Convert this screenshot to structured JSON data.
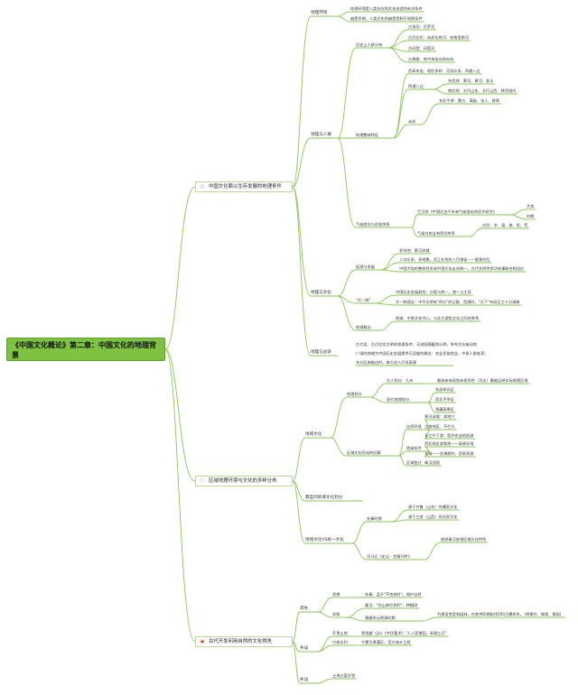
{
  "root": {
    "label": "《中国文化概论》第二章：中国文化的地理背景"
  },
  "colors": {
    "root_fill": "#7ec242",
    "line": "#8cc65a",
    "branch_border": "#bcd7a0",
    "star_blue": "#3c78d8",
    "heart_red": "#e0433c",
    "star_red": "#d93025"
  },
  "branches": [
    {
      "label": "中国文化赖以生存发展的地理条件",
      "icon": "star-outline-icon"
    },
    {
      "label": "区域地理环境与文化的多样分布",
      "icon": "heart-outline-icon"
    },
    {
      "label": "古代开发利用自然的文化得失",
      "icon": "star-filled-icon"
    }
  ],
  "nodes": {
    "b1": {
      "geo_env": "地理环境",
      "geo_env_1": "地理环境是人类存在和文化创造的先决条件",
      "geo_env_2": "越是早期，人类文化则越是受制于地理条件",
      "geo_people": "地理与人群",
      "hist_zones": "历史上人群分布",
      "hz_1": "古埃及：尼罗河",
      "hz_2": "古巴比伦：幼发拉底河、底格里斯河",
      "hz_3": "古印度：印度河",
      "hz_4": "古希腊：地中海半岛和岛屿",
      "geo_features": "地理整体特征",
      "gf_1": "西高东低，地形多样：河流众多，四通八达",
      "gf_2": "四通八达",
      "gf_2a": "东西线：黄河、黄河、淮水",
      "gf_2b": "南北线：太行山东、太行山西、陕西境内",
      "gf_3": "半封",
      "gf_3a": "东北平原：蒙古、满族、金人、鲜卑",
      "climate": "气候变化与民族关系",
      "cl_1": "竺可桢《中国近五千年来气候变化的初步研究》",
      "cl_1a": "大势",
      "cl_1b": "时期",
      "cl_2": "气候与农业有密切关系",
      "cl_2a": "灾民：辛、凛、旅、阳、荒",
      "geo_culture": "地理与文化",
      "origin": "起源与发展",
      "or_1": "发祥地：黄河流域",
      "or_2": "人口众多，多地聚，武王在伐纣八百诸侯——据我杂乱",
      "or_3": "中国大陆的整体性形成中国文化走向统一，古代文明传承功效事联合相适应",
      "unity": "\"大一统\"",
      "un_1": "中国历史发展趋势：分裂与统一，统一占主导",
      "un_2": "大一统观念：中华文明有\"四方\"的记载，西周时，\"天下\"布局至三十分清晰",
      "geo_concept": "地理概念",
      "gc_1": "地缘：中原文化中心，与北方游牧文化之间的关系",
      "geo_war": "地理与战争",
      "gw_1": "古代吴、古巴比伦文明的地理条件；河流国围截然分界，争夺生存被动地",
      "gw_2": "广阔的地域为中国历史发展提供可回旋的舞台：农业民族牧业，中原人群老家；",
      "gw_3": "东方区南临边时，南方进入开发高潮"
    },
    "b2": {
      "geo_cul": "地域文化",
      "geo_div": "地理划分",
      "gd_1": "古人划分：九州",
      "gd_1a": "最具体体现各体差异性（司志）最能反映实际地理区域",
      "gd_2": "现代地理划分",
      "gd_2a": "东部季风区",
      "gd_2b": "西北干旱区",
      "gd_2c": "青藏高寒区",
      "factors": "区域文化形成的因素",
      "nat": "自然环境",
      "nat_1": "黄河流域：本地穴",
      "nat_2": "江南地区：干栏式",
      "nat_3": "长江中下游：稻作农业的起源",
      "geo_cond": "地缘条件",
      "geo_cond_1": "西北地区游牧地——高原环境",
      "geo_cond_2": "长城——交通便利、贸易资源",
      "reg_trans": "区域变迁",
      "reg_trans_1": "秦汉战国",
      "typical": "典型的地域文化划分",
      "unity_div": "地域文化VS统一文化",
      "pre_qin": "先秦时期",
      "pq_1": "源于齐鲁（山东）的儒家文化",
      "pq_2": "源于三晋（山西）的法家文化",
      "sima": "司马迁《史记 · 货殖列传》",
      "sima_1": "描述秦汉各地区域文化特色"
    },
    "b3": {
      "gain": "得失",
      "idea": "思想",
      "idea_1": "先秦：孟子\"不违农时\"，保护自然",
      "practice": "实践",
      "pr_1": "秦汉：\"仿山林尽其利\"，种植树",
      "pr_2": "隋唐宋元明清时期",
      "pr_2a": "为建设宫室和园林，在南京四期砍伐500万棵树木。（明建村、城墙、楼阁）",
      "loss": "失误",
      "loss_1": "开垦土地",
      "loss_1a": "贾思勰（jia）《齐民要术》\"人人家望田，禾嫁三万\"",
      "loss_2": "兴修水利",
      "loss_2a": "宁夏引黄灌区，官方修水工程",
      "loss2": "失误",
      "loss2_1": "土地过度开垦"
    }
  }
}
